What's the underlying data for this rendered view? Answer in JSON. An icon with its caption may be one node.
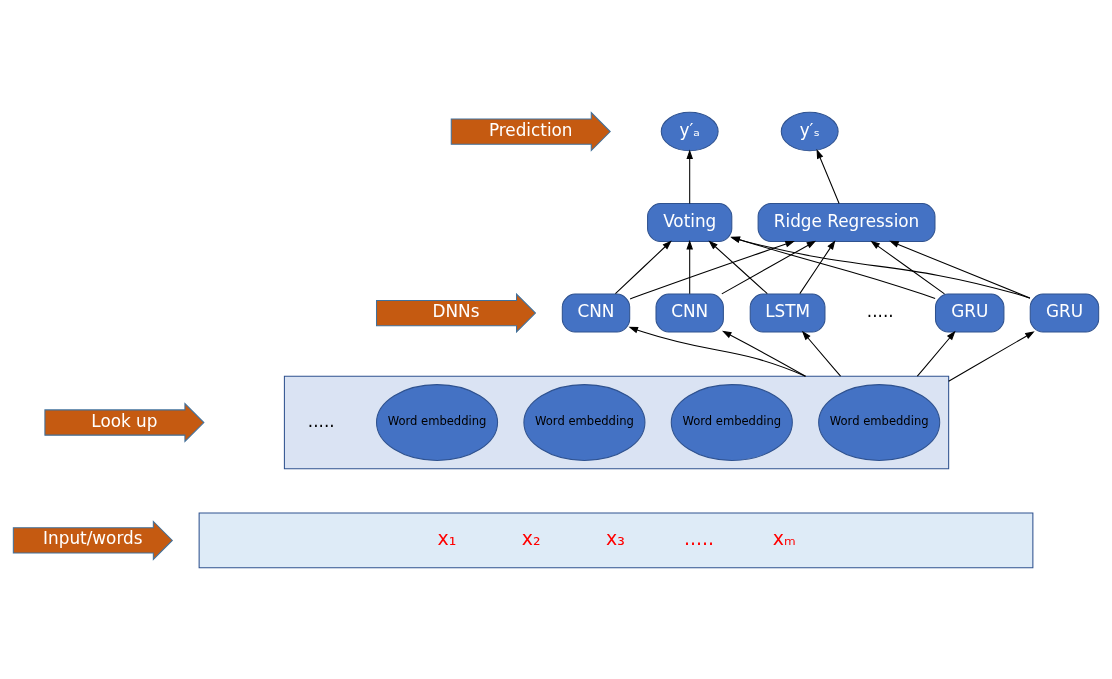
{
  "diagram": {
    "nodes": [
      {
        "text": [
          "Prediction"
        ]
      },
      {
        "text": [
          "y′ₐ"
        ]
      },
      {
        "text": [
          "y′ₛ"
        ]
      },
      {
        "text": [
          "Voting"
        ]
      },
      {
        "text": [
          "Ridge Regression"
        ]
      },
      {
        "text": [
          "DNNs"
        ]
      },
      {
        "text": [
          "CNN"
        ]
      },
      {
        "text": [
          "CNN"
        ]
      },
      {
        "text": [
          "LSTM"
        ]
      },
      {
        "text": [
          "GRU"
        ]
      },
      {
        "text": [
          "GRU"
        ]
      },
      {
        "text": [
          "Look up"
        ]
      },
      {
        "text": [],
        "shape": "box"
      },
      {
        "text": [
          "Word embedding"
        ],
        "in": 12
      },
      {
        "text": [
          "Word embedding"
        ],
        "in": 12
      },
      {
        "text": [
          "Word embedding"
        ],
        "in": 12
      },
      {
        "text": [
          "Word embedding"
        ],
        "in": 12
      },
      {
        "text": [
          "Input/words"
        ]
      },
      {
        "text": [
          "x₁",
          "x₂",
          "x₃",
          ".....",
          "xₘ"
        ]
      }
    ],
    "edges": [
      {
        "from": 3,
        "to": 1,
        "arrow": "to"
      },
      {
        "from": 4,
        "to": 2,
        "arrow": "to"
      },
      {
        "from": 6,
        "to": 3,
        "arrow": "to"
      },
      {
        "from": 6,
        "to": 4,
        "arrow": "to"
      },
      {
        "from": 7,
        "to": 3,
        "arrow": "to"
      },
      {
        "from": 7,
        "to": 4,
        "arrow": "to"
      },
      {
        "from": 8,
        "to": 3,
        "arrow": "to"
      },
      {
        "from": 8,
        "to": 4,
        "arrow": "to"
      },
      {
        "from": 9,
        "to": 3,
        "arrow": "to"
      },
      {
        "from": 9,
        "to": 4,
        "arrow": "to"
      },
      {
        "from": 10,
        "to": 3,
        "arrow": "to"
      },
      {
        "from": 10,
        "to": 4,
        "arrow": "to"
      },
      {
        "from": 12,
        "to": 6,
        "arrow": "to"
      },
      {
        "from": 12,
        "to": 7,
        "arrow": "to"
      },
      {
        "from": 12,
        "to": 8,
        "arrow": "to"
      },
      {
        "from": 12,
        "to": 9,
        "arrow": "to"
      },
      {
        "from": 12,
        "to": 10,
        "arrow": "to"
      }
    ],
    "labels": [
      ".....",
      "....."
    ]
  }
}
